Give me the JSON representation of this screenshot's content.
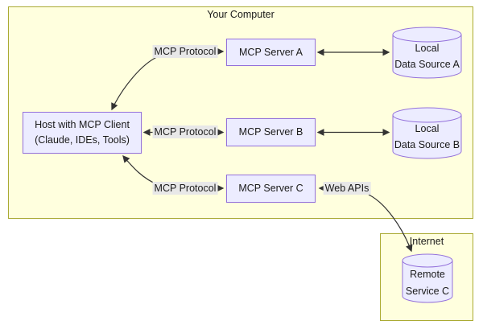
{
  "clusters": {
    "computer": {
      "label": "Your Computer"
    },
    "internet": {
      "label": "Internet"
    }
  },
  "nodes": {
    "host": {
      "line1": "Host with MCP Client",
      "line2": "(Claude, IDEs, Tools)"
    },
    "server_a": {
      "label": "MCP Server A"
    },
    "server_b": {
      "label": "MCP Server B"
    },
    "server_c": {
      "label": "MCP Server C"
    },
    "source_a": {
      "line1": "Local",
      "line2": "Data Source A"
    },
    "source_b": {
      "line1": "Local",
      "line2": "Data Source B"
    },
    "remote_c": {
      "line1": "Remote",
      "line2": "Service C"
    }
  },
  "edges": {
    "host_server_a": {
      "label": "MCP Protocol"
    },
    "host_server_b": {
      "label": "MCP Protocol"
    },
    "host_server_c": {
      "label": "MCP Protocol"
    },
    "server_c_remote": {
      "label": "Web APIs"
    }
  },
  "colors": {
    "cluster_fill": "#ffffde",
    "cluster_stroke": "#aaaa33",
    "node_fill": "#ececff",
    "node_stroke": "#9370db",
    "edge_label_bg": "#e8e8e8",
    "edge_stroke": "#333333",
    "text": "#1a1a1a"
  }
}
